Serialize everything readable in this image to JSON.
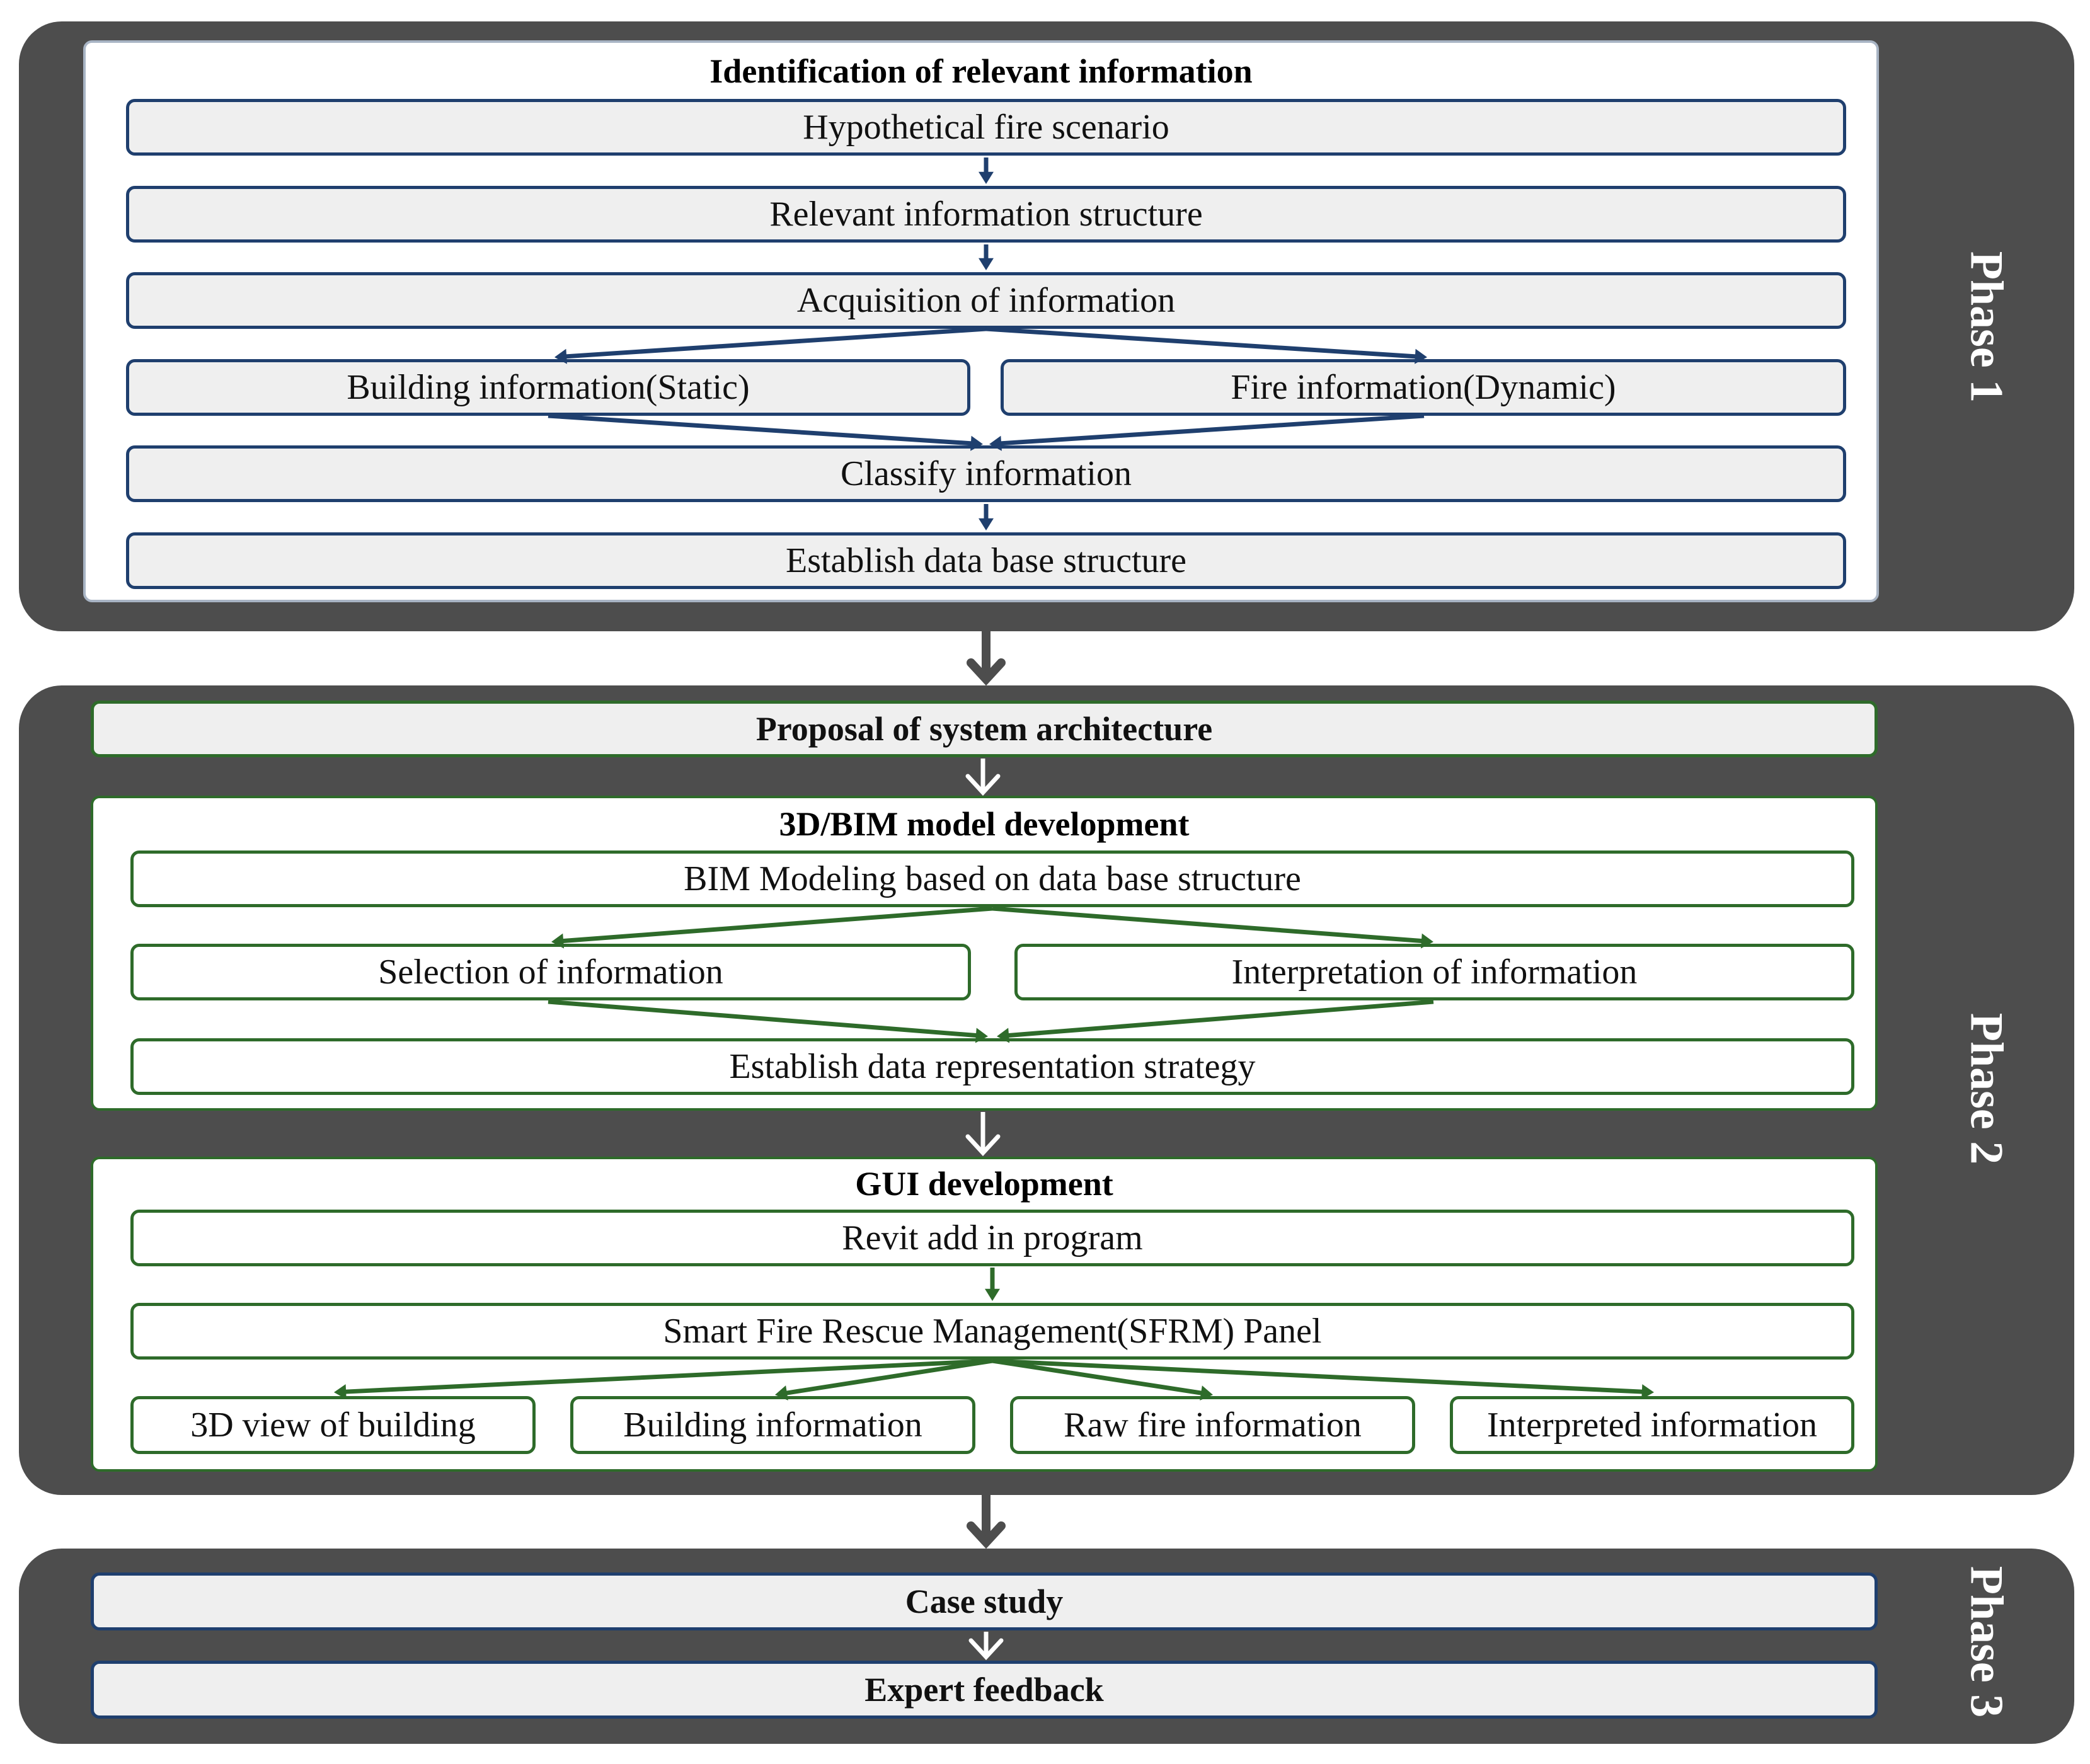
{
  "phases": {
    "phase1": "Phase 1",
    "phase2": "Phase 2",
    "phase3": "Phase 3"
  },
  "phase1": {
    "title": "Identification of relevant information",
    "steps": {
      "hypothetical": "Hypothetical  fire scenario",
      "structure": "Relevant  information structure",
      "acquisition": "Acquisition of information",
      "building": "Building information(Static)",
      "fire": "Fire information(Dynamic)",
      "classify": "Classify information",
      "database": "Establish data base structure"
    }
  },
  "phase2": {
    "proposal": "Proposal of system architecture",
    "bim": {
      "title": "3D/BIM model development",
      "modeling": "BIM Modeling based on data base structure",
      "selection": "Selection of information",
      "interpretation": "Interpretation of information",
      "strategy": "Establish data representation strategy"
    },
    "gui": {
      "title": "GUI development",
      "revit": "Revit add in program",
      "sfrm": "Smart Fire Rescue Management(SFRM) Panel",
      "view3d": "3D view of building",
      "building_info": "Building information",
      "raw_fire": "Raw fire information",
      "interpreted": "Interpreted information"
    }
  },
  "phase3": {
    "case_study": "Case study",
    "expert_feedback": "Expert feedback"
  },
  "colors": {
    "phase_bg": "#4d4d4d",
    "phase1_arrow": "#1f3f6e",
    "phase2_arrow": "#2e6b2a",
    "phase_connector": "#4d4d4d"
  }
}
